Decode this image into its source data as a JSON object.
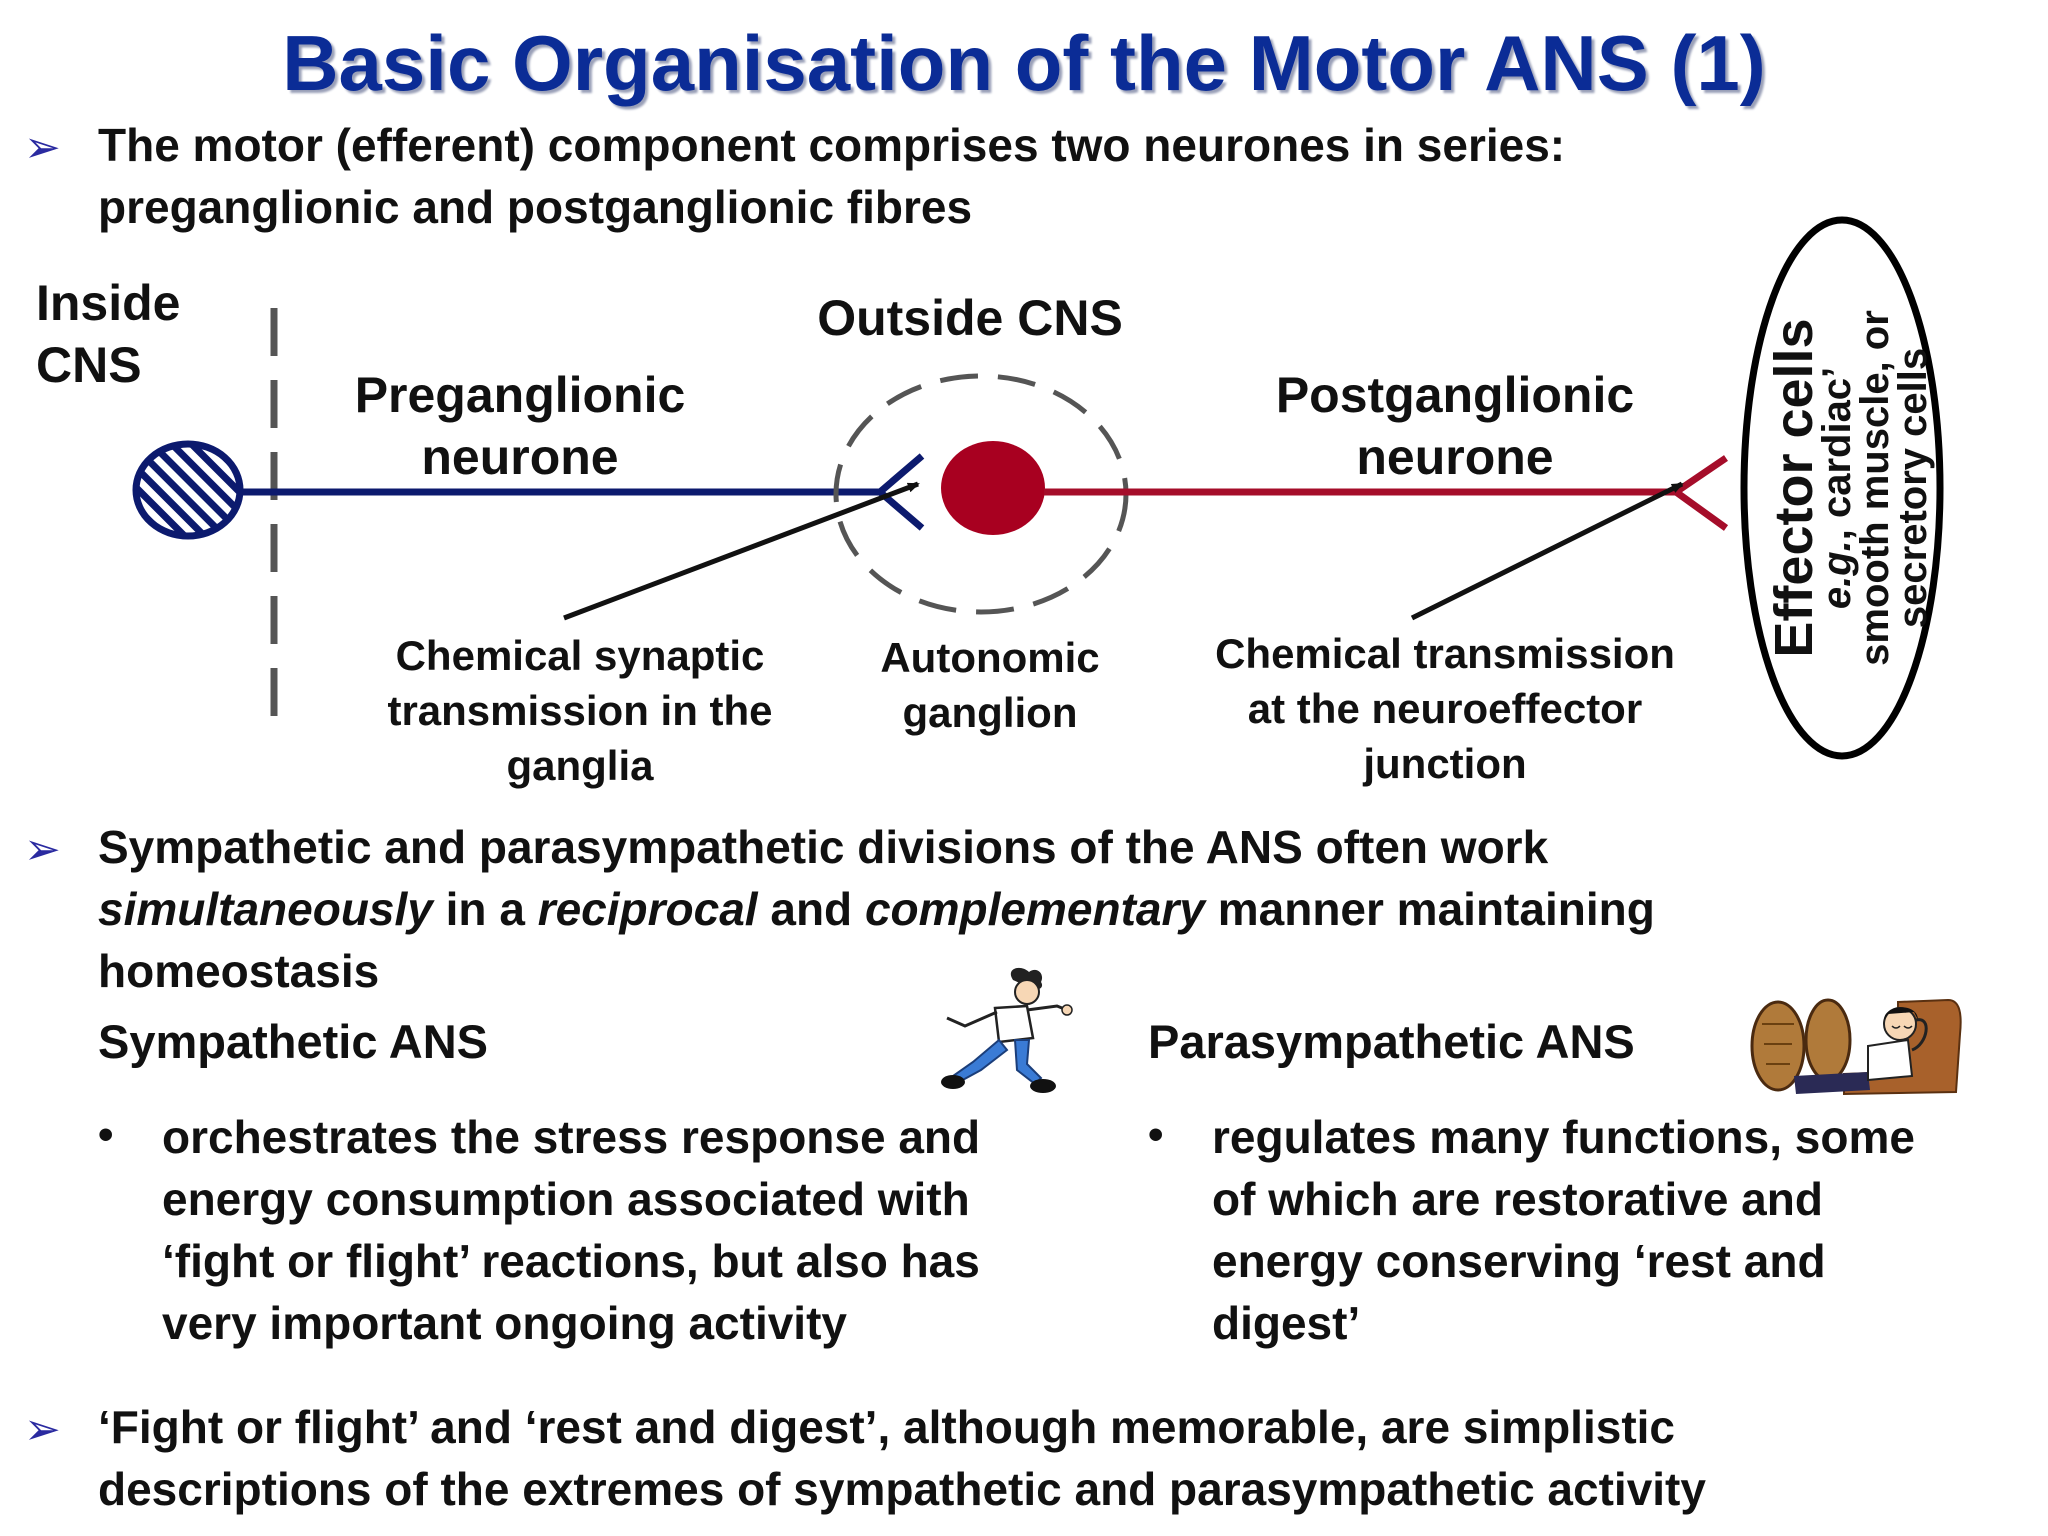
{
  "title": "Basic Organisation of the Motor ANS (1)",
  "bullet1": {
    "line1": "The motor (efferent) component comprises two neurones in series:",
    "line2": "preganglionic and postganglionic fibres"
  },
  "diagram": {
    "inside_cns": [
      "Inside",
      "CNS"
    ],
    "outside_cns": "Outside CNS",
    "preganglionic": [
      "Preganglionic",
      "neurone"
    ],
    "postganglionic": [
      "Postganglionic",
      "neurone"
    ],
    "synaptic": [
      "Chemical synaptic",
      "transmission in the",
      "ganglia"
    ],
    "autonomic": [
      "Autonomic",
      "ganglion"
    ],
    "neuroeffector": [
      "Chemical transmission",
      "at the neuroeffector",
      "junction"
    ],
    "effector": {
      "title": "Effector cells",
      "eg": "e.g.",
      "eg_rest": ", cardiac’",
      "line3": "smooth muscle, or",
      "line4": "secretory cells"
    },
    "colors": {
      "pre": "#0c1a6e",
      "post": "#a50d2a",
      "soma": "#a80020"
    }
  },
  "bullet2": {
    "line1": "Sympathetic and parasympathetic divisions of the ANS often work",
    "w_simult": "simultaneously",
    "w_in_a": " in a ",
    "w_recip": "reciprocal",
    "w_and": " and ",
    "w_compl": "complementary",
    "w_rest": " manner maintaining",
    "line3": "homeostasis"
  },
  "sympathetic": {
    "heading": "Sympathetic ANS",
    "bullet_char": "•",
    "lines": [
      "orchestrates the stress response and",
      "energy consumption associated with",
      "‘fight or flight’ reactions, but also has",
      "very important ongoing activity"
    ],
    "icon": "running-man-icon"
  },
  "parasympathetic": {
    "heading": "Parasympathetic ANS",
    "bullet_char": "•",
    "lines": [
      "regulates many functions, some",
      "of which are restorative and",
      "energy conserving ‘rest and",
      "digest’"
    ],
    "icon": "relaxing-man-icon"
  },
  "bullet3": {
    "line1": "‘Fight or flight’ and ‘rest and digest’, although memorable, are simplistic",
    "line2": "descriptions of the extremes of sympathetic and parasympathetic activity"
  }
}
